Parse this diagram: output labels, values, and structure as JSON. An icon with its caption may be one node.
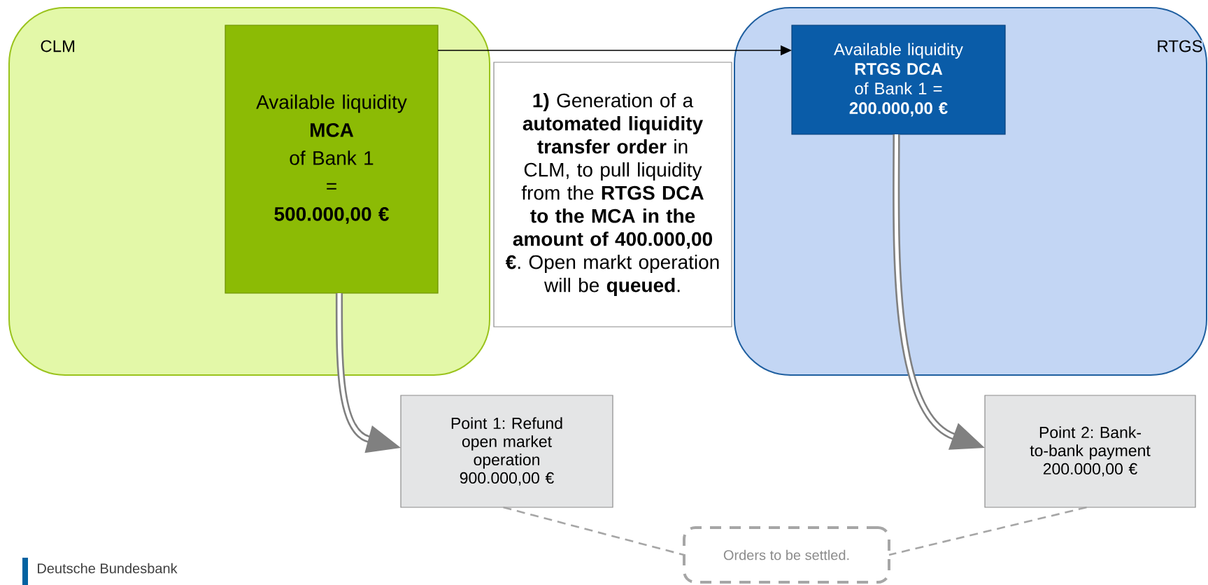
{
  "diagram": {
    "nodes": [
      {
        "text": [
          "CLM"
        ]
      },
      {
        "text": [
          "Available liquidity",
          "MCA",
          "of Bank 1",
          "=",
          "500.000,00 €"
        ],
        "in": 0
      },
      {
        "text": [
          "**1)** Generation of a **automated liquidity transfer order** in CLM, to pull liquidity from the **RTGS DCA to the MCA in the amount of 400.000,00 €**. Open markt operation will be **queued**."
        ]
      },
      {
        "text": [
          "RTGS"
        ]
      },
      {
        "text": [
          "Available liquidity",
          "RTGS DCA",
          "of Bank 1 =",
          "200.000,00 €"
        ],
        "in": 3
      },
      {
        "text": [
          "Point 1: Refund open market operation 900.000,00 €"
        ]
      },
      {
        "text": [
          "Point 2: Bank-to-bank payment 200.000,00 €"
        ]
      },
      {
        "text": [
          "Orders to be settled."
        ]
      }
    ],
    "edges": [
      {
        "from": 1,
        "to": 4,
        "arrow": "to",
        "color": "#000000"
      },
      {
        "from": 1,
        "to": 5,
        "arrow": "to",
        "style": "thick",
        "color": "#808080"
      },
      {
        "from": 4,
        "to": 6,
        "arrow": "to",
        "style": "thick",
        "color": "#808080"
      },
      {
        "from": 5,
        "to": 7,
        "arrow": "none",
        "style": "dashed",
        "color": "#a6a6a6"
      },
      {
        "from": 6,
        "to": 7,
        "arrow": "none",
        "style": "dashed",
        "color": "#a6a6a6"
      }
    ],
    "labels": [
      "Deutsche Bundesbank"
    ]
  }
}
